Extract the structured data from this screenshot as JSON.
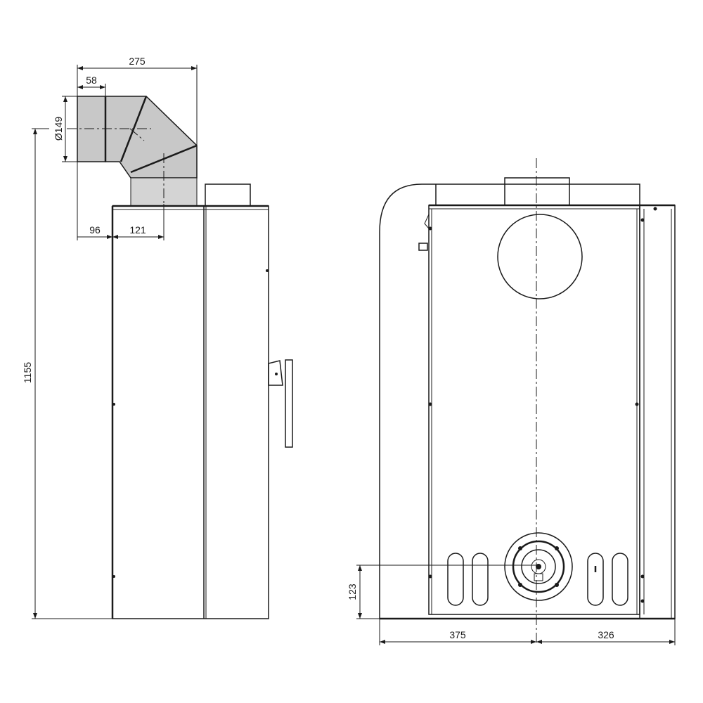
{
  "dimensions": {
    "flue_offset_total": "275",
    "pipe_length": "58",
    "pipe_diameter": "Ø149",
    "total_height": "1155",
    "rear_offset": "96",
    "flue_axis_offset": "121",
    "outlet_height": "123",
    "width_left": "375",
    "width_right": "326"
  },
  "colors": {
    "line": "#1a1a1a",
    "pipe_fill": "#c8c8c8",
    "background": "#ffffff"
  }
}
